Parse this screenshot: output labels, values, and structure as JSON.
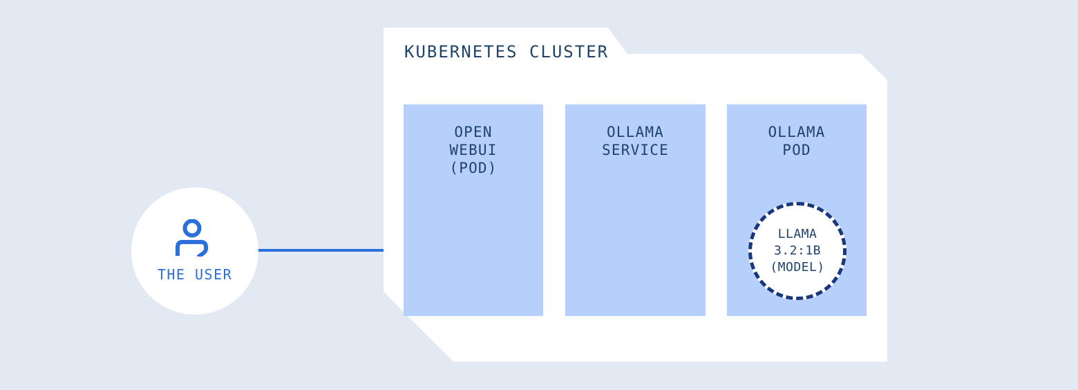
{
  "canvas": {
    "background_color": "#e3e9f2",
    "accent_blue": "#2b6fdb",
    "box_fill": "#b6d0fb",
    "text_navy": "#20436b",
    "dashed_border": "#18377c"
  },
  "user": {
    "label": "THE USER",
    "icon": "person-icon"
  },
  "cluster": {
    "title": "KUBERNETES CLUSTER",
    "boxes": [
      {
        "name": "open-webui",
        "label": "OPEN\nWEBUI\n(POD)"
      },
      {
        "name": "ollama-service",
        "label": "OLLAMA\nSERVICE"
      },
      {
        "name": "ollama-pod",
        "label": "OLLAMA\nPOD"
      }
    ],
    "model": {
      "label": "LLAMA\n3.2:1B\n(MODEL)"
    }
  },
  "connectors": [
    {
      "name": "user-to-cluster"
    },
    {
      "name": "webui-to-service"
    },
    {
      "name": "service-to-pod"
    }
  ]
}
